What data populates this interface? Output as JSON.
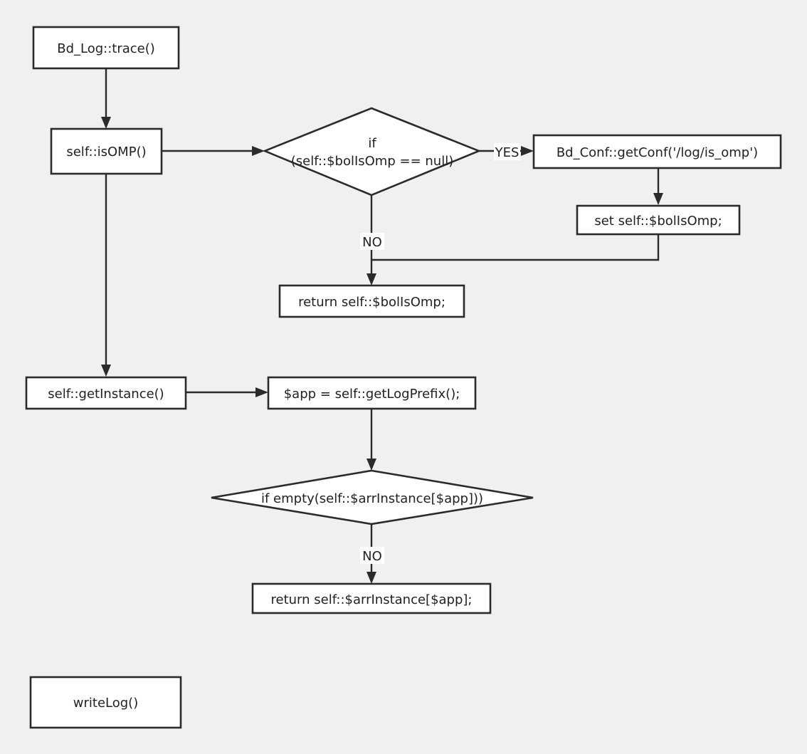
{
  "nodes": {
    "trace": "Bd_Log::trace()",
    "is_omp": "self::isOMP()",
    "if_null_line1": "if",
    "if_null_line2": "(self::$bolIsOmp == null)",
    "get_conf": "Bd_Conf::getConf('/log/is_omp')",
    "set_omp": "set self::$bolIsOmp;",
    "return_omp": "return self::$bolIsOmp;",
    "get_instance": "self::getInstance()",
    "log_prefix": "$app = self::getLogPrefix();",
    "if_empty": "if  empty(self::$arrInstance[$app]))",
    "return_instance": "return self::$arrInstance[$app];",
    "write_log": "writeLog()"
  },
  "edge_labels": {
    "yes": "YES",
    "no_1": "NO",
    "no_2": "NO"
  }
}
